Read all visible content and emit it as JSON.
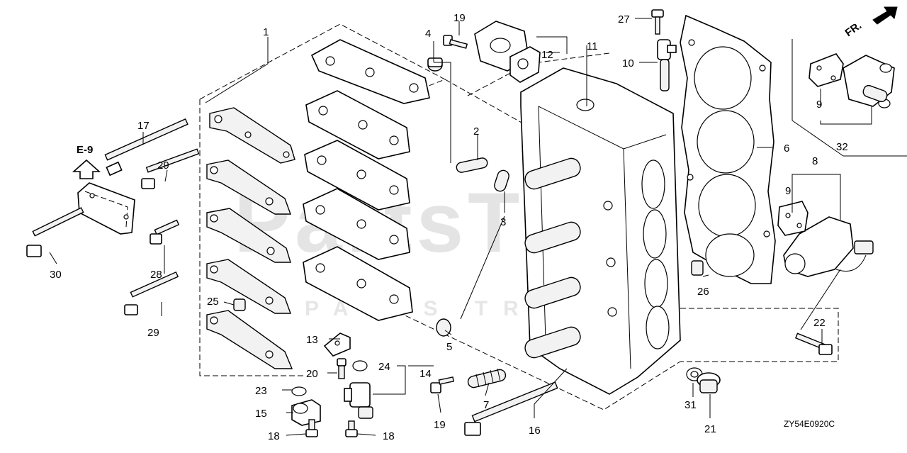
{
  "diagram": {
    "watermark": "PartsTree",
    "watermark_sub": "PARTS TREE",
    "reference_tag": "E-9",
    "front_label": "FR.",
    "code": "ZY54E0920C"
  },
  "callouts": {
    "c1": "1",
    "c2": "2",
    "c3": "3",
    "c4": "4",
    "c5": "5",
    "c6": "6",
    "c7": "7",
    "c8": "8",
    "c9a": "9",
    "c9b": "9",
    "c10": "10",
    "c11": "11",
    "c12": "12",
    "c13": "13",
    "c14": "14",
    "c15": "15",
    "c16": "16",
    "c17": "17",
    "c18a": "18",
    "c18b": "18",
    "c19a": "19",
    "c19b": "19",
    "c20": "20",
    "c21": "21",
    "c22": "22",
    "c23": "23",
    "c24": "24",
    "c25": "25",
    "c26": "26",
    "c27": "27",
    "c28": "28",
    "c29a": "29",
    "c29b": "29",
    "c30": "30",
    "c31": "31",
    "c32": "32"
  }
}
